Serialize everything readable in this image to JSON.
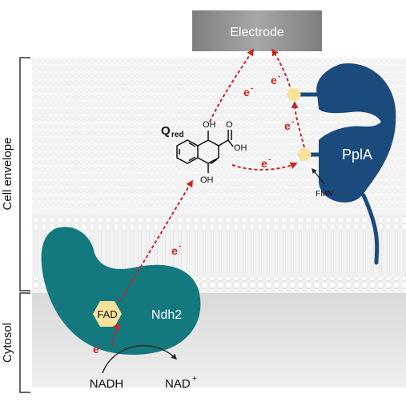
{
  "labels": {
    "electrode": "Electrode",
    "cell_envelope": "Cell envelope",
    "cytosol": "Cytosol",
    "ppla": "PplA",
    "fmn": "FMN",
    "ndh2": "Ndh2",
    "fad": "FAD",
    "nadh": "NADH",
    "nad_base": "NAD",
    "nad_sup": "+",
    "q_main": "Q",
    "q_sub": "red",
    "oh": "OH",
    "electron": "e",
    "electron_sup": "-"
  },
  "colors": {
    "electrode_box": "#8f8f8f",
    "ppla_protein": "#1b4a7c",
    "ndh2_protein": "#14797e",
    "cofactor": "#f6e29a",
    "arrow": "#c62828",
    "membrane_band": "#eaeaea",
    "cytosol_bg": "#e3e3e3"
  },
  "icons": {
    "cofactor_shape": "hexagon-icon",
    "membrane_lipid": "phospholipid-icon"
  }
}
